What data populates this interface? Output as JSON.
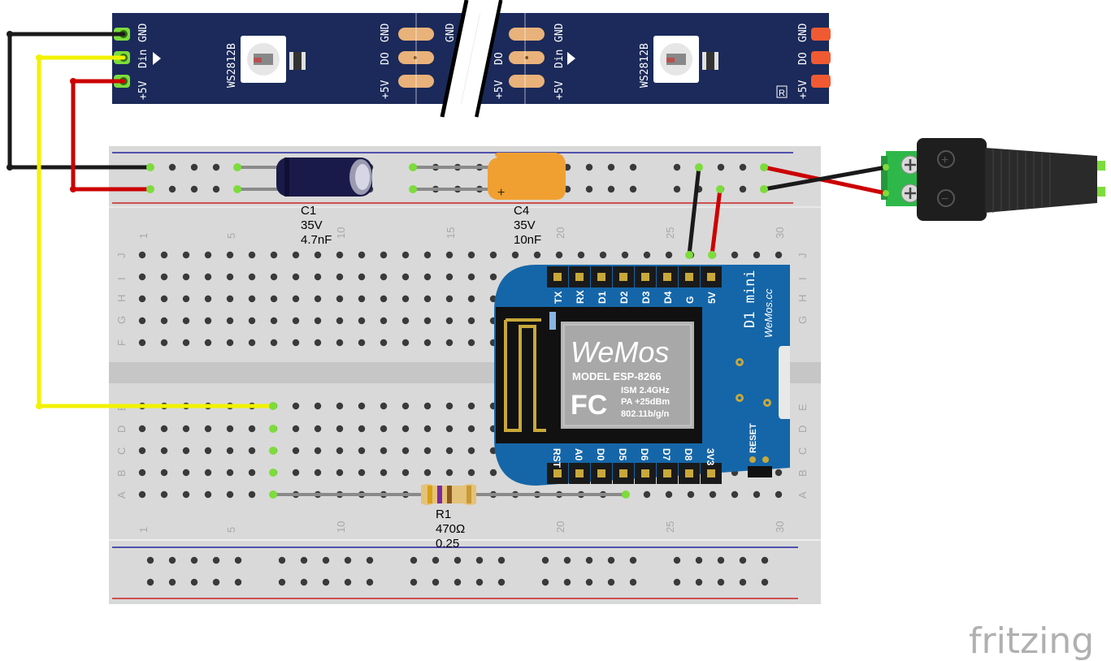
{
  "strip": {
    "chip_label": "WS2812B",
    "left_pins": [
      "GND",
      "Din",
      "+5V"
    ],
    "mid_out_pins": [
      "GND",
      "DO",
      "+5V"
    ],
    "mid_in_pins": [
      "GND",
      "DO",
      "+5V"
    ],
    "right_in_pins": [
      "GND",
      "Din",
      "+5V"
    ],
    "end_pins": [
      "GND",
      "DO",
      "+5V"
    ],
    "mark": "R"
  },
  "breadboard": {
    "rows_top": [
      "J",
      "I",
      "H",
      "G",
      "F"
    ],
    "rows_bottom": [
      "E",
      "D",
      "C",
      "B",
      "A"
    ],
    "columns": [
      "1",
      "5",
      "10",
      "15",
      "20",
      "25",
      "30"
    ]
  },
  "components": {
    "c1": {
      "ref": "C1",
      "voltage": "35V",
      "value": "4.7nF"
    },
    "c4": {
      "ref": "C4",
      "voltage": "35V",
      "value": "10nF",
      "polarity": "+"
    },
    "r1": {
      "ref": "R1",
      "value": "470Ω",
      "power": "0.25"
    }
  },
  "board": {
    "top_pins": [
      "TX",
      "RX",
      "D1",
      "D2",
      "D3",
      "D4",
      "G",
      "5V"
    ],
    "bottom_pins": [
      "RST",
      "A0",
      "D0",
      "D5",
      "D6",
      "D7",
      "D8",
      "3V3"
    ],
    "title": "D1 mini",
    "site": "WeMos.cc",
    "logo": "WeMos",
    "module_lines": [
      "MODEL  ESP-8266",
      "ISM 2.4GHz",
      "PA +25dBm",
      "802.11b/g/n"
    ],
    "fc_mark": "FC",
    "reset_label": "RESET"
  },
  "jack": {
    "plus": "+",
    "minus": "−"
  },
  "watermark": "fritzing",
  "colors": {
    "strip": "#1b2a5a",
    "breadboard": "#d9d9d9",
    "board": "#1566a8",
    "wire_black": "#1a1a1a",
    "wire_red": "#cc0000",
    "wire_yellow": "#f2f200",
    "c4_body": "#f0a030",
    "c1_body": "#1a1a4a",
    "terminal_green": "#2fb84a"
  }
}
